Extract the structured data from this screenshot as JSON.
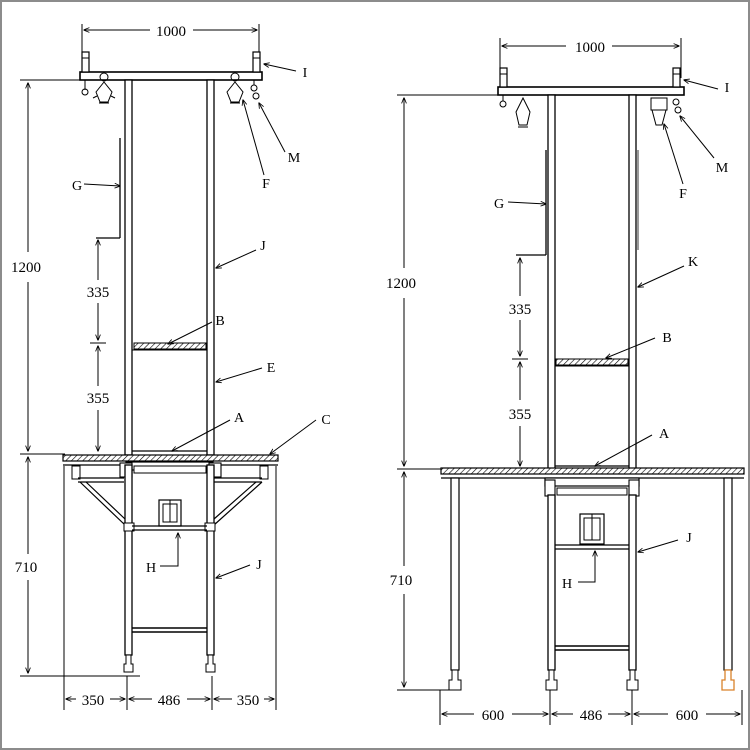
{
  "left": {
    "dim_top": "1000",
    "dim_upper_height": "1200",
    "dim_335": "335",
    "dim_355": "355",
    "dim_lower_height": "710",
    "dim_bottom_left": "350",
    "dim_bottom_mid": "486",
    "dim_bottom_right": "350",
    "callouts": [
      "I",
      "M",
      "F",
      "G",
      "J",
      "B",
      "E",
      "A",
      "C",
      "H",
      "J"
    ]
  },
  "right": {
    "dim_top": "1000",
    "dim_upper_height": "1200",
    "dim_335": "335",
    "dim_355": "355",
    "dim_lower_height": "710",
    "dim_bottom_left": "600",
    "dim_bottom_mid": "486",
    "dim_bottom_right": "600",
    "callouts": [
      "I",
      "M",
      "F",
      "G",
      "K",
      "B",
      "A",
      "J",
      "H"
    ]
  }
}
